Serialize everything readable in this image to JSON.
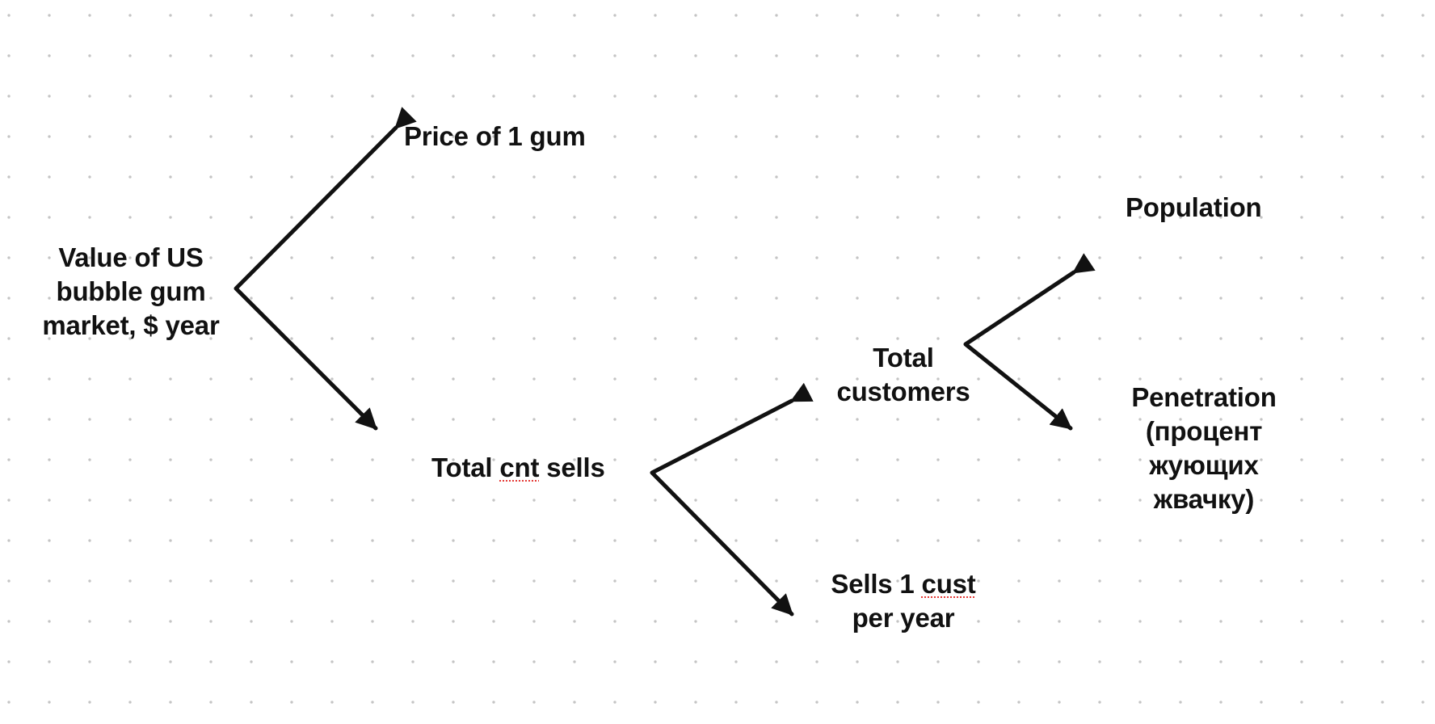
{
  "diagram": {
    "root": {
      "lines": [
        "Value of US",
        "bubble gum",
        "market, $ year"
      ]
    },
    "price": {
      "lines": [
        "Price of 1 gum"
      ]
    },
    "total_sells": {
      "pre": "Total ",
      "flag": "cnt",
      "post": " sells"
    },
    "total_customers": {
      "lines": [
        "Total",
        "customers"
      ]
    },
    "sells_per_customer": {
      "pre": "Sells 1 ",
      "flag": "cust",
      "line2": "per year"
    },
    "population": {
      "lines": [
        "Population"
      ]
    },
    "penetration": {
      "lines": [
        "Penetration",
        "(процент",
        "жующих",
        "жвачку)"
      ]
    },
    "edges": [
      {
        "from": "Value of US bubble gum market, $ year",
        "to": "Price of 1 gum"
      },
      {
        "from": "Value of US bubble gum market, $ year",
        "to": "Total cnt sells"
      },
      {
        "from": "Total cnt sells",
        "to": "Total customers"
      },
      {
        "from": "Total cnt sells",
        "to": "Sells 1 cust per year"
      },
      {
        "from": "Total customers",
        "to": "Population"
      },
      {
        "from": "Total customers",
        "to": "Penetration (процент жующих жвачку)"
      }
    ],
    "colors": {
      "ink": "#111111",
      "dot_grid": "#c4c4c4",
      "spellcheck": "#e53935"
    }
  }
}
